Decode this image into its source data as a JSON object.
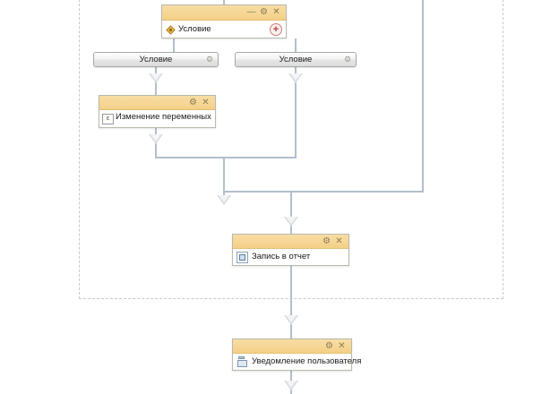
{
  "canvas": {
    "background_color": "#ffffff",
    "connector_color": "#b3bfcb",
    "arrow_fill_color": "#d8dde2",
    "node_header_color": "#f6d795",
    "group_border_color": "#c9c9c9"
  },
  "group_region": {
    "name": "dashed-group-boundary",
    "style": "dashed"
  },
  "nodes": {
    "condition_main": {
      "title": "Условие",
      "icon": "condition-icon",
      "header_buttons": [
        {
          "name": "minimize-button",
          "glyph": "—"
        },
        {
          "name": "settings-button",
          "glyph": "⚙"
        },
        {
          "name": "close-button",
          "glyph": "✕"
        }
      ],
      "add_button_glyph": "+"
    },
    "condition_left": {
      "title": "Условие",
      "gear_glyph": "⚙"
    },
    "condition_right": {
      "title": "Условие",
      "gear_glyph": "⚙"
    },
    "variable_change": {
      "title": "Изменение переменных",
      "icon": "variables-icon",
      "icon_glyph": "ε",
      "header_buttons": [
        {
          "name": "settings-button",
          "glyph": "⚙"
        },
        {
          "name": "close-button",
          "glyph": "✕"
        }
      ]
    },
    "report_write": {
      "title": "Запись в отчет",
      "icon": "report-icon",
      "header_buttons": [
        {
          "name": "settings-button",
          "glyph": "⚙"
        },
        {
          "name": "close-button",
          "glyph": "✕"
        }
      ]
    },
    "user_notification": {
      "title": "Уведомление пользователя",
      "icon": "notification-icon",
      "header_buttons": [
        {
          "name": "settings-button",
          "glyph": "⚙"
        },
        {
          "name": "close-button",
          "glyph": "✕"
        }
      ]
    }
  }
}
